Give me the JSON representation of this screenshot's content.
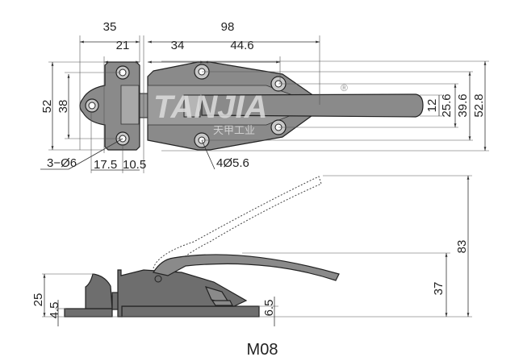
{
  "drawing": {
    "model": "M08",
    "registered_mark": "®",
    "watermark": "TANJIA",
    "watermark_sub": "天甲工业",
    "top_view": {
      "dim_35": "35",
      "dim_21": "21",
      "dim_98": "98",
      "dim_34": "34",
      "dim_44_6": "44.6",
      "dim_52": "52",
      "dim_38": "38",
      "dim_12": "12",
      "dim_25_6": "25.6",
      "dim_39_6": "39.6",
      "dim_52_8": "52.8",
      "hole_keeper": "3−Ø6",
      "hole_body": "4Ø5.6",
      "dim_17_5": "17.5",
      "dim_10_5": "10.5"
    },
    "side_view": {
      "dim_83": "83",
      "dim_37": "37",
      "dim_25": "25",
      "dim_4_5": "4.5",
      "dim_6_5": "6.5"
    }
  }
}
